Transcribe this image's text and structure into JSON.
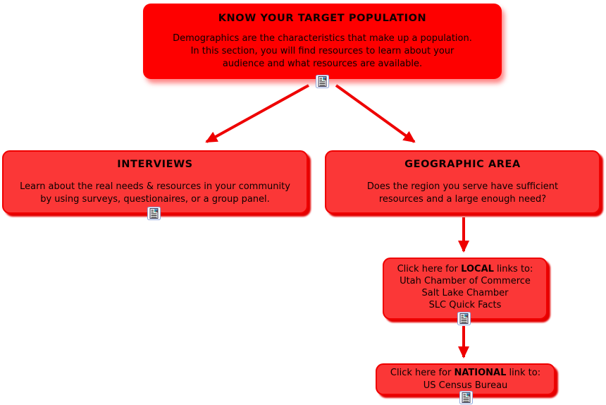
{
  "colors": {
    "root_fill": "#fe0000",
    "child_fill": "#fb3737",
    "child_border": "#ef0000",
    "child_shadow": "#e40000",
    "arrow": "#ee0000",
    "text": "#0d0000",
    "background": "#ffffff"
  },
  "root_box": {
    "title": "KNOW YOUR TARGET POPULATION",
    "body_lines": [
      "Demographics are the characteristics that make up a population.",
      "In this section, you will find resources to learn about your",
      "audience and what resources are available."
    ]
  },
  "interviews_box": {
    "title": "INTERVIEWS",
    "body_lines": [
      "Learn about the real needs & resources in your community",
      "by using surveys, questionaires, or a group panel."
    ]
  },
  "geographic_box": {
    "title": "GEOGRAPHIC AREA",
    "body_lines": [
      "Does the region you serve have sufficient",
      "resources and a large enough need?"
    ]
  },
  "local_box": {
    "line1_prefix": "Click here for ",
    "line1_bold": "LOCAL",
    "line1_suffix": " links to:",
    "links": [
      "Utah Chamber of Commerce",
      "Salt Lake Chamber",
      "SLC Quick Facts"
    ]
  },
  "national_box": {
    "line1_prefix": "Click here for ",
    "line1_bold": "NATIONAL",
    "line1_suffix": " link to:",
    "links": [
      "US Census Bureau"
    ]
  },
  "icons": {
    "webpage_icon": "webpage-document-icon"
  }
}
